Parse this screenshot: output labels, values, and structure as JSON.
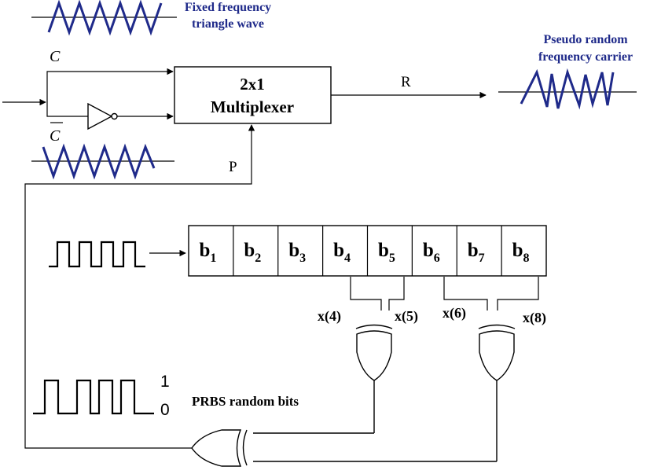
{
  "labels": {
    "fixed_line1": "Fixed frequency",
    "fixed_line2": "triangle wave",
    "pseudo_line1": "Pseudo random",
    "pseudo_line2": "frequency carrier",
    "c": "C",
    "c_bar": "C",
    "mux_line1": "2x1",
    "mux_line2": "Multiplexer",
    "r": "R",
    "p": "P",
    "prbs": "PRBS random bits",
    "one": "1",
    "zero": "0"
  },
  "register": {
    "cells": [
      {
        "base": "b",
        "sub": "1"
      },
      {
        "base": "b",
        "sub": "2"
      },
      {
        "base": "b",
        "sub": "3"
      },
      {
        "base": "b",
        "sub": "4"
      },
      {
        "base": "b",
        "sub": "5"
      },
      {
        "base": "b",
        "sub": "6"
      },
      {
        "base": "b",
        "sub": "7"
      },
      {
        "base": "b",
        "sub": "8"
      }
    ]
  },
  "taps": {
    "x4": "x(4)",
    "x5": "x(5)",
    "x6": "x(6)",
    "x8": "x(8)"
  },
  "colors": {
    "wave": "#1f2a8a",
    "label_blue": "#1f2a8a",
    "line": "#000000"
  }
}
